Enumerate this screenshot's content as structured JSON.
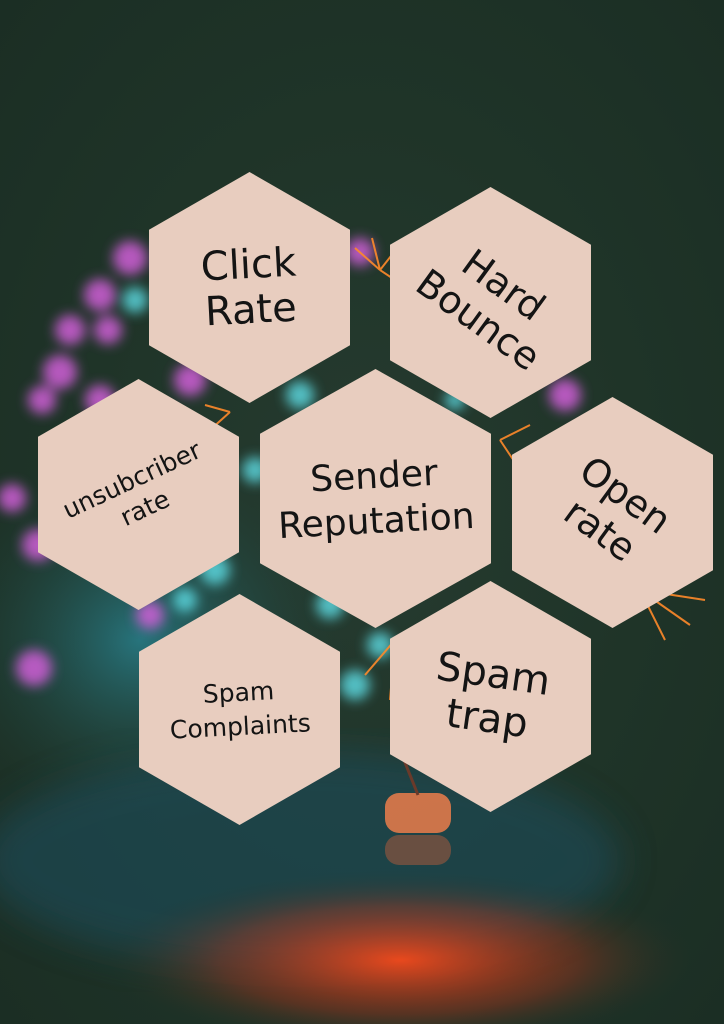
{
  "hexagons": {
    "click_rate": "Click\nRate",
    "hard_bounce": "Hard\nBounce",
    "unsubscriber_rate": "unsubcriber\nrate",
    "sender_reputation": "Sender\nReputation",
    "open_rate": "Open\nrate",
    "spam_complaints": "Spam\nComplaints",
    "spam_trap": "Spam\ntrap"
  },
  "colors": {
    "background": "#1f3428",
    "hexagon_fill": "#e8cdbf",
    "text": "#141414",
    "bokeh_pink": "#d05ed8",
    "bokeh_cyan": "#5ee0e8",
    "spark_orange": "#ff8a2a"
  }
}
